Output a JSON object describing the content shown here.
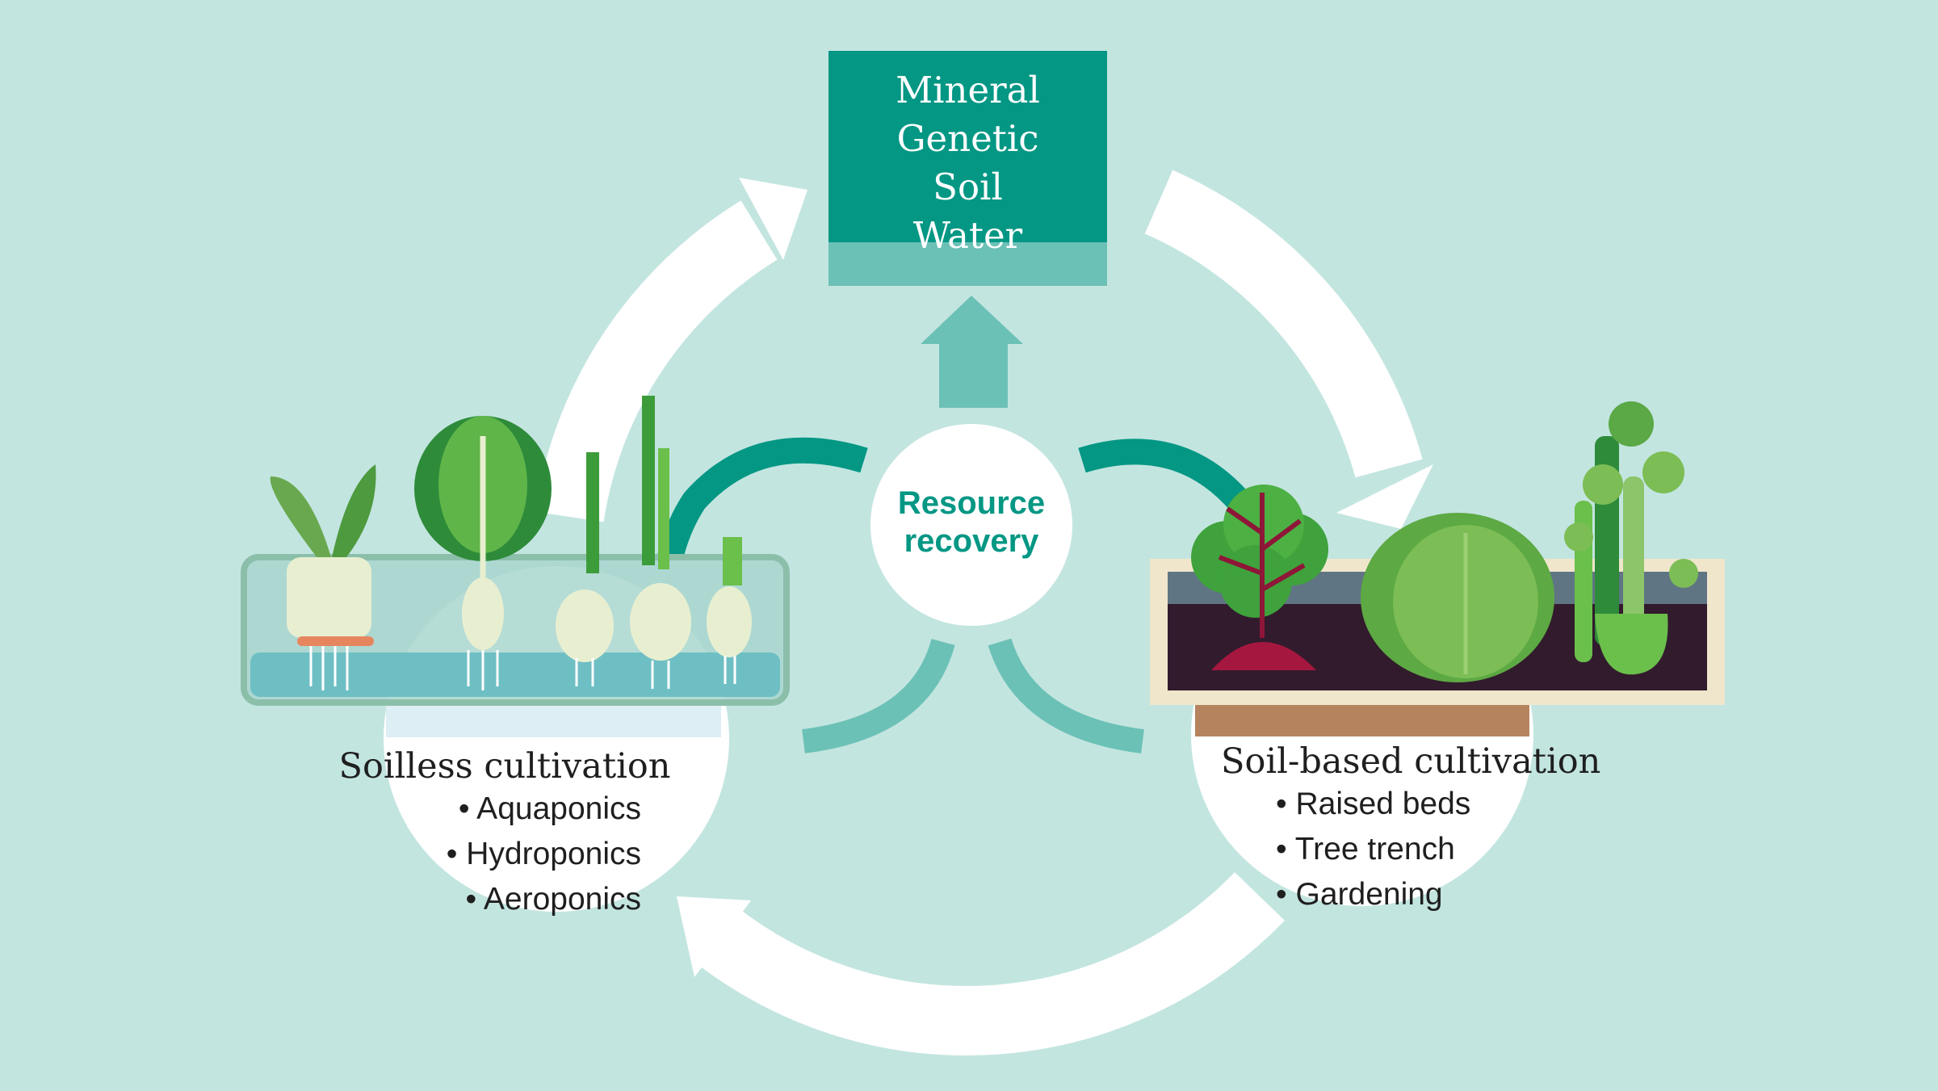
{
  "resources_box": {
    "lines": [
      "Mineral",
      "Genetic",
      "Soil",
      "Water"
    ]
  },
  "center": {
    "line1": "Resource",
    "line2": "recovery"
  },
  "soilless": {
    "title": "Soilless cultivation",
    "items": [
      "• Aquaponics",
      "• Hydroponics",
      "• Aeroponics"
    ]
  },
  "soil_based": {
    "title": "Soil-based cultivation",
    "items": [
      "• Raised beds",
      "• Tree trench",
      "• Gardening"
    ]
  },
  "colors": {
    "background": "#c3e5e0",
    "dark_teal": "#039784",
    "light_teal": "#6cc1b6",
    "white": "#ffffff"
  }
}
